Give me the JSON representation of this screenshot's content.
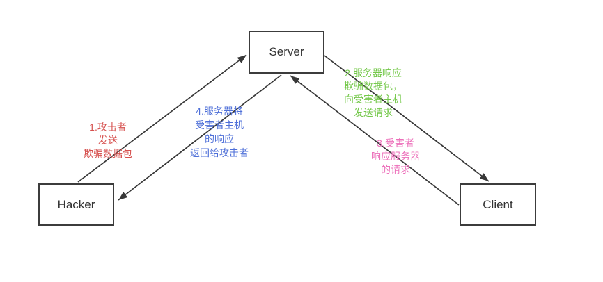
{
  "nodes": {
    "server": {
      "label": "Server"
    },
    "hacker": {
      "label": "Hacker"
    },
    "client": {
      "label": "Client"
    }
  },
  "annotations": {
    "step1": {
      "color": "#d6504e",
      "lines": [
        "1.攻击者",
        "发送",
        "欺骗数据包"
      ]
    },
    "step2": {
      "color": "#74c84a",
      "lines": [
        "2.服务器响应",
        "欺骗数据包，",
        "向受害者主机",
        "发送请求"
      ]
    },
    "step3": {
      "color": "#ec6fba",
      "lines": [
        "3.受害者",
        "响应服务器",
        "的请求"
      ]
    },
    "step4": {
      "color": "#4e6fd8",
      "lines": [
        "4.服务器将",
        "受害者主机",
        "的响应",
        "返回给攻击者"
      ]
    }
  },
  "arrows": [
    {
      "from": "Hacker",
      "to": "Server",
      "annotation": "step1"
    },
    {
      "from": "Server",
      "to": "Client",
      "annotation": "step2"
    },
    {
      "from": "Client",
      "to": "Server",
      "annotation": "step3"
    },
    {
      "from": "Server",
      "to": "Hacker",
      "annotation": "step4"
    }
  ],
  "colors": {
    "line": "#383838",
    "box_border": "#3c3c3c",
    "box_text": "#333333",
    "background": "#ffffff"
  }
}
